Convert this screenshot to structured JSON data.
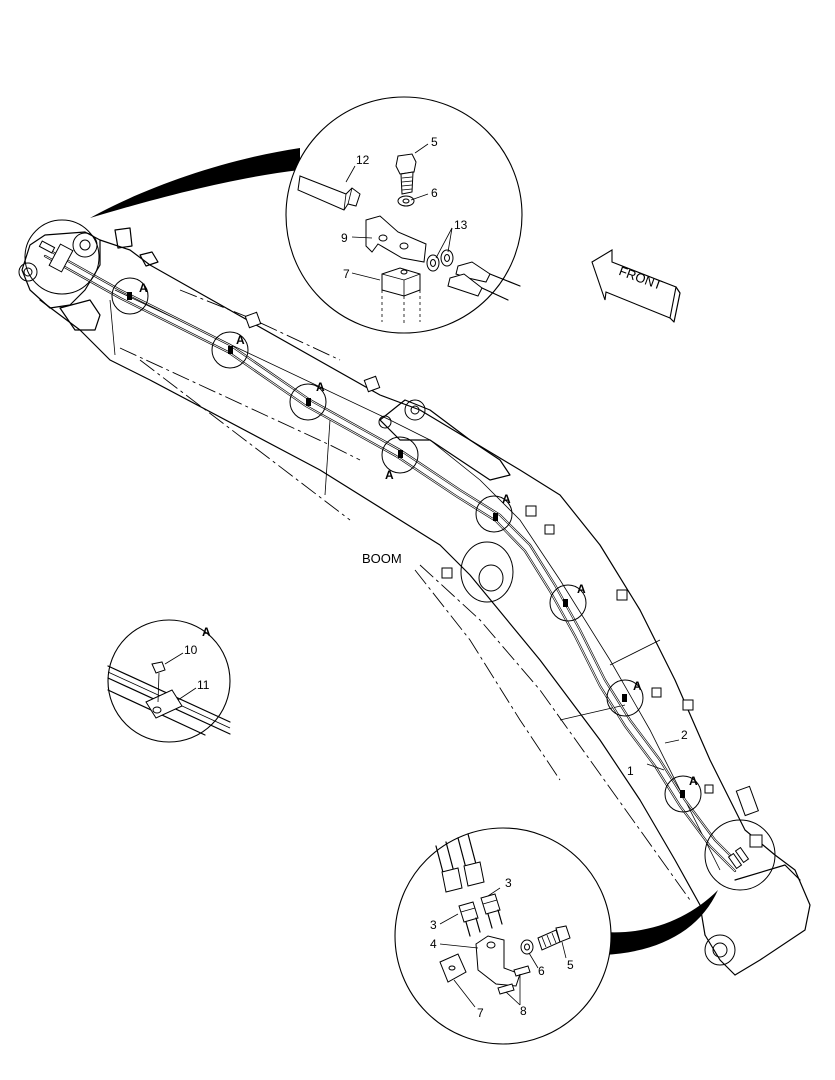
{
  "labels": {
    "boom": "BOOM",
    "front": "FRONT",
    "detail_ref": "A"
  },
  "callouts": {
    "top_detail": [
      "12",
      "5",
      "6",
      "9",
      "13",
      "7"
    ],
    "detail_a": [
      "10",
      "11"
    ],
    "bottom_detail": [
      "3",
      "3",
      "4",
      "6",
      "5",
      "7",
      "8"
    ],
    "hoses": [
      "1",
      "2"
    ]
  }
}
